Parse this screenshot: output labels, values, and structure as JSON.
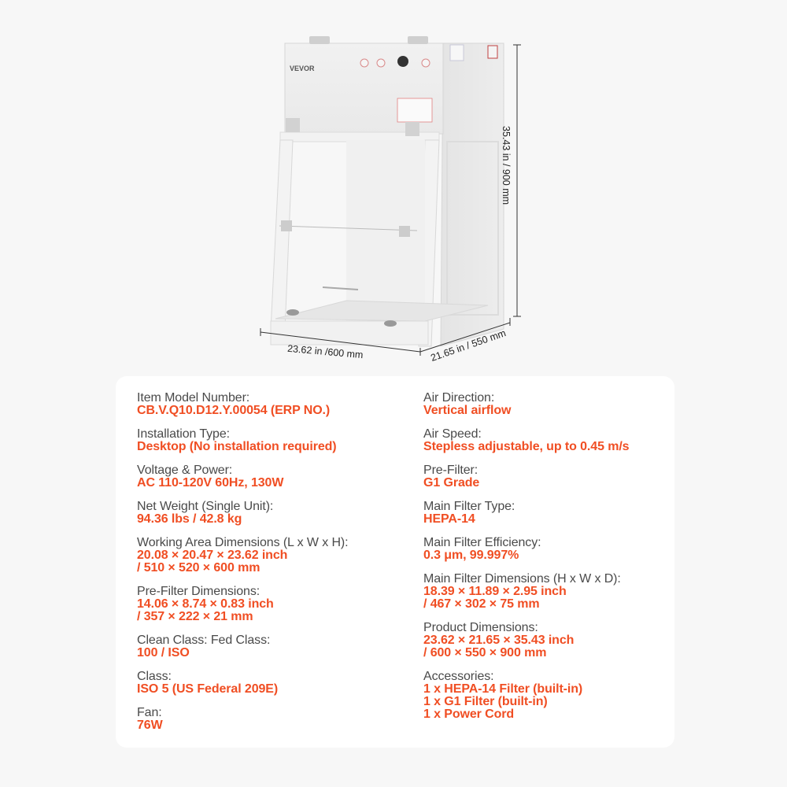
{
  "product": {
    "brand_logo": "VEVOR",
    "dimensions": {
      "height": "35.43 in / 900 mm",
      "width": "23.62 in /600 mm",
      "depth": "21.65 in / 550 mm"
    }
  },
  "colors": {
    "accent": "#f04e23",
    "label": "#4a4a4a",
    "background": "#f7f7f7",
    "card": "#ffffff"
  },
  "specs": {
    "left": [
      {
        "label": "Item Model Number:",
        "values": [
          "CB.V.Q10.D12.Y.00054 (ERP NO.)"
        ]
      },
      {
        "label": "Installation Type:",
        "values": [
          "Desktop (No installation required)"
        ]
      },
      {
        "label": "Voltage & Power:",
        "values": [
          "AC 110-120V 60Hz, 130W"
        ]
      },
      {
        "label": "Net Weight (Single Unit):",
        "values": [
          "94.36 lbs / 42.8 kg"
        ]
      },
      {
        "label": "Working Area Dimensions (L x W x H):",
        "values": [
          "20.08 × 20.47 × 23.62 inch",
          "/ 510 × 520 × 600 mm"
        ]
      },
      {
        "label": "Pre-Filter Dimensions:",
        "values": [
          "14.06 × 8.74 × 0.83 inch",
          "/ 357 × 222 × 21 mm"
        ]
      },
      {
        "label": "Clean Class: Fed Class:",
        "values": [
          "100 / ISO"
        ]
      },
      {
        "label": "Class:",
        "values": [
          "ISO 5 (US Federal 209E)"
        ]
      },
      {
        "label": "Fan:",
        "values": [
          "76W"
        ]
      }
    ],
    "right": [
      {
        "label": "Air Direction:",
        "values": [
          "Vertical airflow"
        ]
      },
      {
        "label": "Air Speed:",
        "values": [
          "Stepless adjustable, up to 0.45 m/s"
        ]
      },
      {
        "label": "Pre-Filter:",
        "values": [
          "G1 Grade"
        ]
      },
      {
        "label": "Main Filter Type:",
        "values": [
          "HEPA-14"
        ]
      },
      {
        "label": "Main Filter Efficiency:",
        "values": [
          "0.3 μm, 99.997%"
        ]
      },
      {
        "label": "Main Filter Dimensions (H x W x D):",
        "values": [
          "18.39 × 11.89 × 2.95 inch",
          "/ 467 × 302 × 75 mm"
        ]
      },
      {
        "label": "Product Dimensions:",
        "values": [
          "23.62 × 21.65 × 35.43 inch",
          "/ 600 × 550 × 900 mm"
        ]
      },
      {
        "label": "Accessories:",
        "values": [
          "1 x HEPA-14 Filter (built-in)",
          "1 x G1 Filter (built-in)",
          "1 x Power Cord"
        ]
      }
    ]
  }
}
